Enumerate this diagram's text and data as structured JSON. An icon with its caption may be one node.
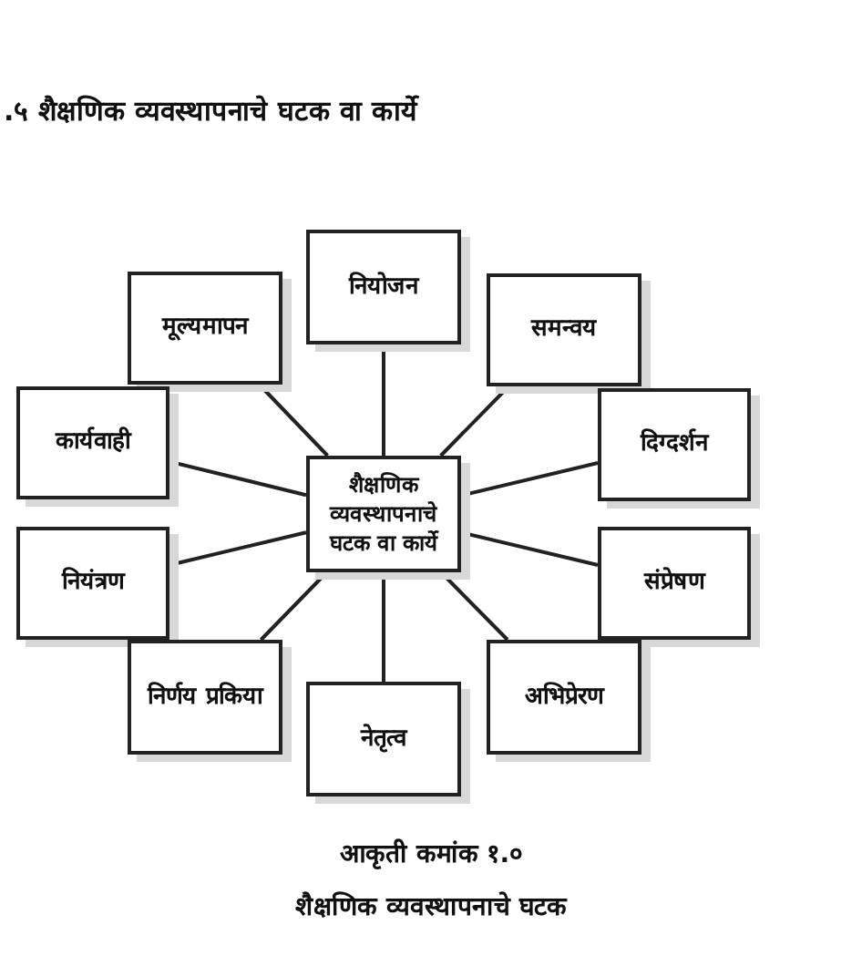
{
  "diagram": {
    "title": ".५ शैक्षणिक व्यवस्थापनाचे घटक वा कार्ये",
    "caption": "आकृती कमांक १.०",
    "nodes": [
      {
        "text": [
          "नियोजन"
        ]
      },
      {
        "text": [
          "मूल्यमापन"
        ]
      },
      {
        "text": [
          "समन्वय"
        ]
      },
      {
        "text": [
          "कार्यवाही"
        ]
      },
      {
        "text": [
          "दिग्दर्शन"
        ]
      },
      {
        "text": [
          "शैक्षणिक व्यवस्थापनाचे घटक वा कार्ये"
        ]
      },
      {
        "text": [
          "नियंत्रण"
        ]
      },
      {
        "text": [
          "संप्रेषण"
        ]
      },
      {
        "text": [
          "निर्णय प्रकिया"
        ]
      },
      {
        "text": [
          "अभिप्रेरण"
        ]
      },
      {
        "text": [
          "नेतृत्व"
        ]
      }
    ],
    "edges": [
      {
        "from": 5,
        "to": 0,
        "arrow": "none"
      },
      {
        "from": 5,
        "to": 1,
        "arrow": "none"
      },
      {
        "from": 5,
        "to": 2,
        "arrow": "none"
      },
      {
        "from": 5,
        "to": 3,
        "arrow": "none"
      },
      {
        "from": 5,
        "to": 4,
        "arrow": "none"
      },
      {
        "from": 5,
        "to": 6,
        "arrow": "none"
      },
      {
        "from": 5,
        "to": 7,
        "arrow": "none"
      },
      {
        "from": 5,
        "to": 8,
        "arrow": "none"
      },
      {
        "from": 5,
        "to": 9,
        "arrow": "none"
      },
      {
        "from": 5,
        "to": 10,
        "arrow": "none"
      }
    ],
    "labels": [
      "शैक्षणिक व्यवस्थापनाचे घटक"
    ]
  }
}
